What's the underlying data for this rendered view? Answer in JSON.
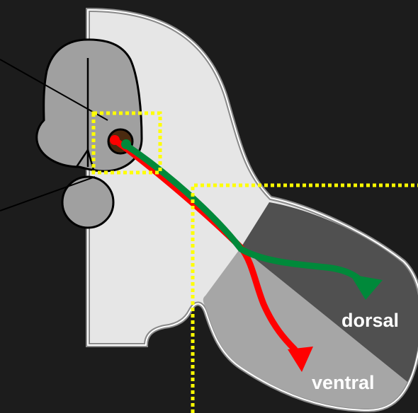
{
  "diagram": {
    "labels": {
      "dorsal": "dorsal",
      "ventral": "ventral"
    },
    "colors": {
      "background": "#1c1c1c",
      "tissue_light": "#e6e6e6",
      "tissue_outline": "#707070",
      "dorsal_region": "#505050",
      "ventral_region": "#a6a6a6",
      "nucleus": "#a0a0a0",
      "dorsal_axon": "#00893a",
      "ventral_axon": "#ff0000",
      "highlight_box": "#ffff00",
      "leader_line": "#000000"
    },
    "parts": [
      "neural-tube",
      "limb-bud",
      "upper-nucleus",
      "lower-nucleus",
      "motor-neuron-pool",
      "dorsal-axon-path",
      "ventral-axon-path",
      "inset-box",
      "limb-inset-box"
    ]
  }
}
